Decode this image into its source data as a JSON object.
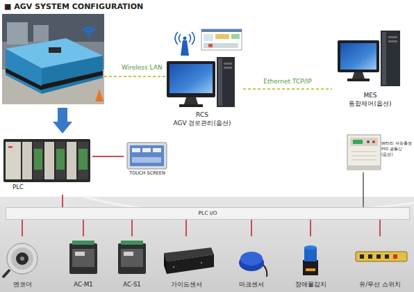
{
  "diagram": {
    "title": "■ AGV SYSTEM CONFIGURATION",
    "nodes": [
      {
        "text": [
          "RCS",
          "AGV 경로관리(옵션)"
        ]
      },
      {
        "text": [
          "MES",
          "통합제어(옵션)"
        ]
      },
      {
        "text": [
          "PLC"
        ]
      },
      {
        "text": [
          "TOUCH SCREEN"
        ]
      },
      {
        "text": [
          "배터리 자동충전 PIO 광통신 (옵션)"
        ]
      },
      {
        "text": [
          "PLC I/O"
        ]
      },
      {
        "text": [
          "엔코더"
        ]
      },
      {
        "text": [
          "AC-M1"
        ]
      },
      {
        "text": [
          "AC-S1"
        ]
      },
      {
        "text": [
          "가이드센서"
        ]
      },
      {
        "text": [
          "마크센서"
        ]
      },
      {
        "text": [
          "장애물감지"
        ]
      },
      {
        "text": [
          "유/무선 스위치"
        ]
      }
    ],
    "edges": [
      {
        "from": 0,
        "to": 1,
        "arrow": "none",
        "label": "Ethernet TCP/IP"
      },
      {
        "from": 2,
        "to": 3,
        "arrow": "none"
      },
      {
        "from": 2,
        "to": 5,
        "arrow": "none"
      },
      {
        "from": 4,
        "to": 5,
        "arrow": "none"
      },
      {
        "from": 5,
        "to": 6,
        "arrow": "none"
      },
      {
        "from": 5,
        "to": 7,
        "arrow": "none"
      },
      {
        "from": 5,
        "to": 8,
        "arrow": "none"
      },
      {
        "from": 5,
        "to": 9,
        "arrow": "none"
      },
      {
        "from": 5,
        "to": 10,
        "arrow": "none"
      },
      {
        "from": 5,
        "to": 11,
        "arrow": "none"
      },
      {
        "from": 5,
        "to": 12,
        "arrow": "none"
      }
    ],
    "labels": [
      "Wireless LAN"
    ]
  }
}
